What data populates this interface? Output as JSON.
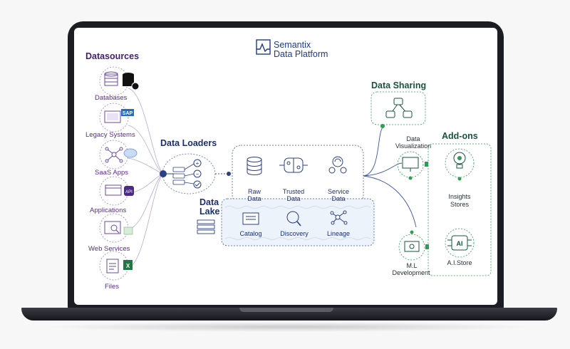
{
  "logo": {
    "line1": "Semantix",
    "line2": "Data Platform"
  },
  "datasources": {
    "title": "Datasources",
    "items": [
      {
        "label": "Databases",
        "icon": "database-icon"
      },
      {
        "label": "Legacy Systems",
        "icon": "sap-legacy-icon",
        "badge": "SAP"
      },
      {
        "label": "SaaS Apps",
        "icon": "saas-network-icon"
      },
      {
        "label": "Applications",
        "icon": "application-icon"
      },
      {
        "label": "Web Services",
        "icon": "web-service-icon"
      },
      {
        "label": "Files",
        "icon": "files-icon"
      }
    ]
  },
  "loaders": {
    "title": "Data Loaders"
  },
  "lake": {
    "title_line1": "Data",
    "title_line2": "Lake",
    "zones": [
      {
        "line1": "Raw",
        "line2": "Data",
        "icon": "raw-data-db-icon"
      },
      {
        "line1": "Trusted",
        "line2": "Data",
        "icon": "trusted-data-brain-icon"
      },
      {
        "line1": "Service",
        "line2": "Data",
        "icon": "service-data-people-icon"
      }
    ],
    "tools": [
      {
        "label": "Catalog",
        "icon": "catalog-icon"
      },
      {
        "label": "Discovery",
        "icon": "discovery-magnifier-icon"
      },
      {
        "label": "Lineage",
        "icon": "lineage-graph-icon"
      }
    ]
  },
  "sharing": {
    "title": "Data Sharing"
  },
  "visualization": {
    "line1": "Data",
    "line2": "Visualization"
  },
  "ml": {
    "line1": "M.L",
    "line2": "Development"
  },
  "addons": {
    "title": "Add-ons",
    "items": [
      {
        "line1": "Insights",
        "line2": "Stores",
        "icon": "insights-gear-icon"
      },
      {
        "line1": "A.I.Store",
        "line2": "",
        "icon": "ai-chip-icon",
        "badge": "AI"
      }
    ]
  },
  "colors": {
    "purple": "#5b2a91",
    "navy": "#1e3a8a",
    "green": "#17543a",
    "accent_green": "#2e9e55"
  }
}
